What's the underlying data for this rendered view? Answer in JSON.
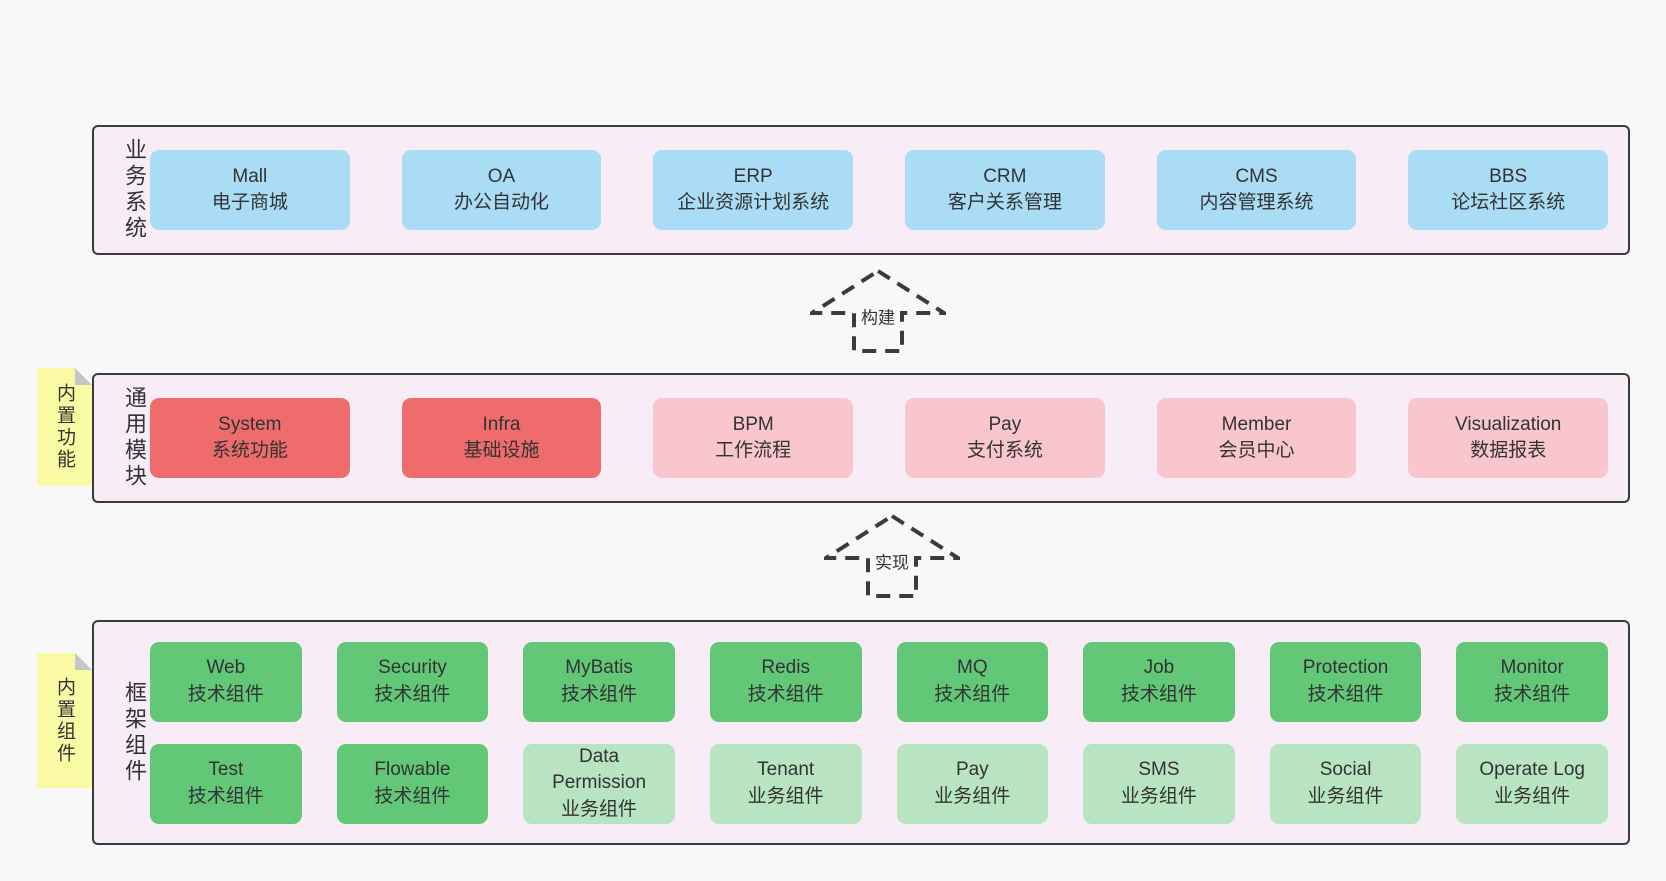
{
  "colors": {
    "page_background": "#f8f8f8",
    "layer_background": "#f8edf7",
    "layer_border": "#3b3b3b",
    "blue": "#aadcf5",
    "red": "#ef6c6c",
    "pink": "#f9c6ce",
    "green": "#62c878",
    "light_green": "#b9e4c2",
    "sticky_yellow": "#fafaa5",
    "text": "#333333"
  },
  "stickies": [
    {
      "label": "内置功能"
    },
    {
      "label": "内置组件"
    }
  ],
  "arrows": [
    {
      "label": "构建"
    },
    {
      "label": "实现"
    }
  ],
  "layers": [
    {
      "label": "业务系统",
      "boxes": [
        {
          "title": "Mall",
          "subtitle": "电子商城"
        },
        {
          "title": "OA",
          "subtitle": "办公自动化"
        },
        {
          "title": "ERP",
          "subtitle": "企业资源计划系统"
        },
        {
          "title": "CRM",
          "subtitle": "客户关系管理"
        },
        {
          "title": "CMS",
          "subtitle": "内容管理系统"
        },
        {
          "title": "BBS",
          "subtitle": "论坛社区系统"
        }
      ]
    },
    {
      "label": "通用模块",
      "boxes": [
        {
          "title": "System",
          "subtitle": "系统功能"
        },
        {
          "title": "Infra",
          "subtitle": "基础设施"
        },
        {
          "title": "BPM",
          "subtitle": "工作流程"
        },
        {
          "title": "Pay",
          "subtitle": "支付系统"
        },
        {
          "title": "Member",
          "subtitle": "会员中心"
        },
        {
          "title": "Visualization",
          "subtitle": "数据报表"
        }
      ]
    },
    {
      "label": "框架组件",
      "rows": [
        [
          {
            "title": "Web",
            "subtitle": "技术组件"
          },
          {
            "title": "Security",
            "subtitle": "技术组件"
          },
          {
            "title": "MyBatis",
            "subtitle": "技术组件"
          },
          {
            "title": "Redis",
            "subtitle": "技术组件"
          },
          {
            "title": "MQ",
            "subtitle": "技术组件"
          },
          {
            "title": "Job",
            "subtitle": "技术组件"
          },
          {
            "title": "Protection",
            "subtitle": "技术组件"
          },
          {
            "title": "Monitor",
            "subtitle": "技术组件"
          }
        ],
        [
          {
            "title": "Test",
            "subtitle": "技术组件"
          },
          {
            "title": "Flowable",
            "subtitle": "技术组件"
          },
          {
            "title": "Data Permission",
            "subtitle": "业务组件"
          },
          {
            "title": "Tenant",
            "subtitle": "业务组件"
          },
          {
            "title": "Pay",
            "subtitle": "业务组件"
          },
          {
            "title": "SMS",
            "subtitle": "业务组件"
          },
          {
            "title": "Social",
            "subtitle": "业务组件"
          },
          {
            "title": "Operate Log",
            "subtitle": "业务组件"
          }
        ]
      ]
    }
  ]
}
